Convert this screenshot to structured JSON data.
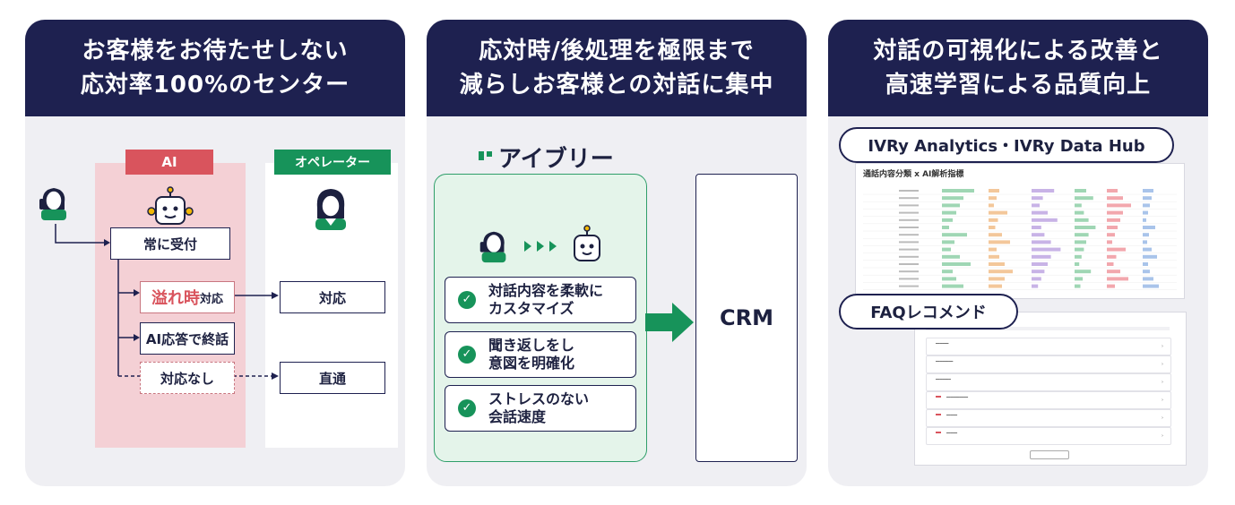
{
  "panels": [
    {
      "title_lines": [
        "お客様をお待たせしない",
        "応対率100%のセンター"
      ],
      "ai_label": "AI",
      "operator_label": "オペレーター",
      "always_accept": "常に受付",
      "overflow_red": "溢れ時",
      "overflow_small": "対応",
      "ai_end": "AI応答で終話",
      "no_response": "対応なし",
      "op_response": "対応",
      "direct": "直通"
    },
    {
      "title_lines": [
        "応対時/後処理を極限まで",
        "減らしお客様との対話に集中"
      ],
      "logo": "アイブリー",
      "features": [
        [
          "対話内容を柔軟に",
          "カスタマイズ"
        ],
        [
          "聞き返しをし",
          "意図を明確化"
        ],
        [
          "ストレスのない",
          "会話速度"
        ]
      ],
      "crm": "CRM"
    },
    {
      "title_lines": [
        "対話の可視化による改善と",
        "高速学習による品質向上"
      ],
      "analytics_pill": "IVRy Analytics・IVRy Data Hub",
      "analytics_title": "通話内容分類 x AI解析指標",
      "faq_pill": "FAQレコメンド"
    }
  ],
  "colors": {
    "navy": "#1e2150",
    "panel_bg": "#efeff3",
    "ai_pink": "#f4d0d5",
    "ai_red": "#d9545d",
    "green": "#17935a",
    "green_light": "#e4f4ea"
  },
  "icons": [
    "customer-icon",
    "robot-icon",
    "operator-icon",
    "check-icon",
    "arrow-right-icon",
    "ivry-logo-icon"
  ]
}
